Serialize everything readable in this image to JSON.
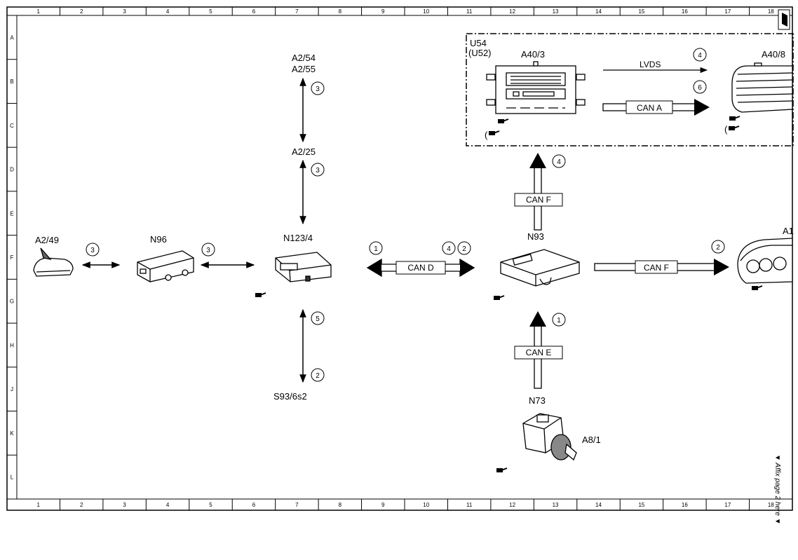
{
  "grid": {
    "columns": [
      "1",
      "2",
      "3",
      "4",
      "5",
      "6",
      "7",
      "8",
      "9",
      "10",
      "11",
      "12",
      "13",
      "14",
      "15",
      "16",
      "17",
      "18"
    ],
    "rows": [
      "A",
      "B",
      "C",
      "D",
      "E",
      "F",
      "G",
      "H",
      "J",
      "K",
      "L"
    ]
  },
  "group": {
    "label": "U54",
    "sublabel": "(U52)"
  },
  "components": {
    "a2_54": "A2/54",
    "a2_55": "A2/55",
    "a2_25": "A2/25",
    "n123_4": "N123/4",
    "s93_6s2": "S93/6s2",
    "a2_49": "A2/49",
    "n96": "N96",
    "n93": "N93",
    "n73": "N73",
    "a8_1": "A8/1",
    "a40_3": "A40/3",
    "a40_8": "A40/8",
    "a1": "A1"
  },
  "buses": {
    "can_d": "CAN D",
    "can_f_up": "CAN F",
    "can_f_right": "CAN F",
    "can_e": "CAN E",
    "can_a": "CAN A",
    "lvds": "LVDS"
  },
  "markers": {
    "m_a254": "3",
    "m_a225": "3",
    "m_a249": "3",
    "m_n96": "3",
    "m_s93a": "5",
    "m_s93b": "2",
    "m_cand_l": "1",
    "m_cand_r1": "4",
    "m_cand_r2": "2",
    "m_canf_up": "4",
    "m_canf_r": "2",
    "m_cane": "1",
    "m_lvds": "4",
    "m_cana": "6"
  },
  "marks": {
    "paren": "("
  },
  "note": "▼ Affix page 2 here ▼"
}
